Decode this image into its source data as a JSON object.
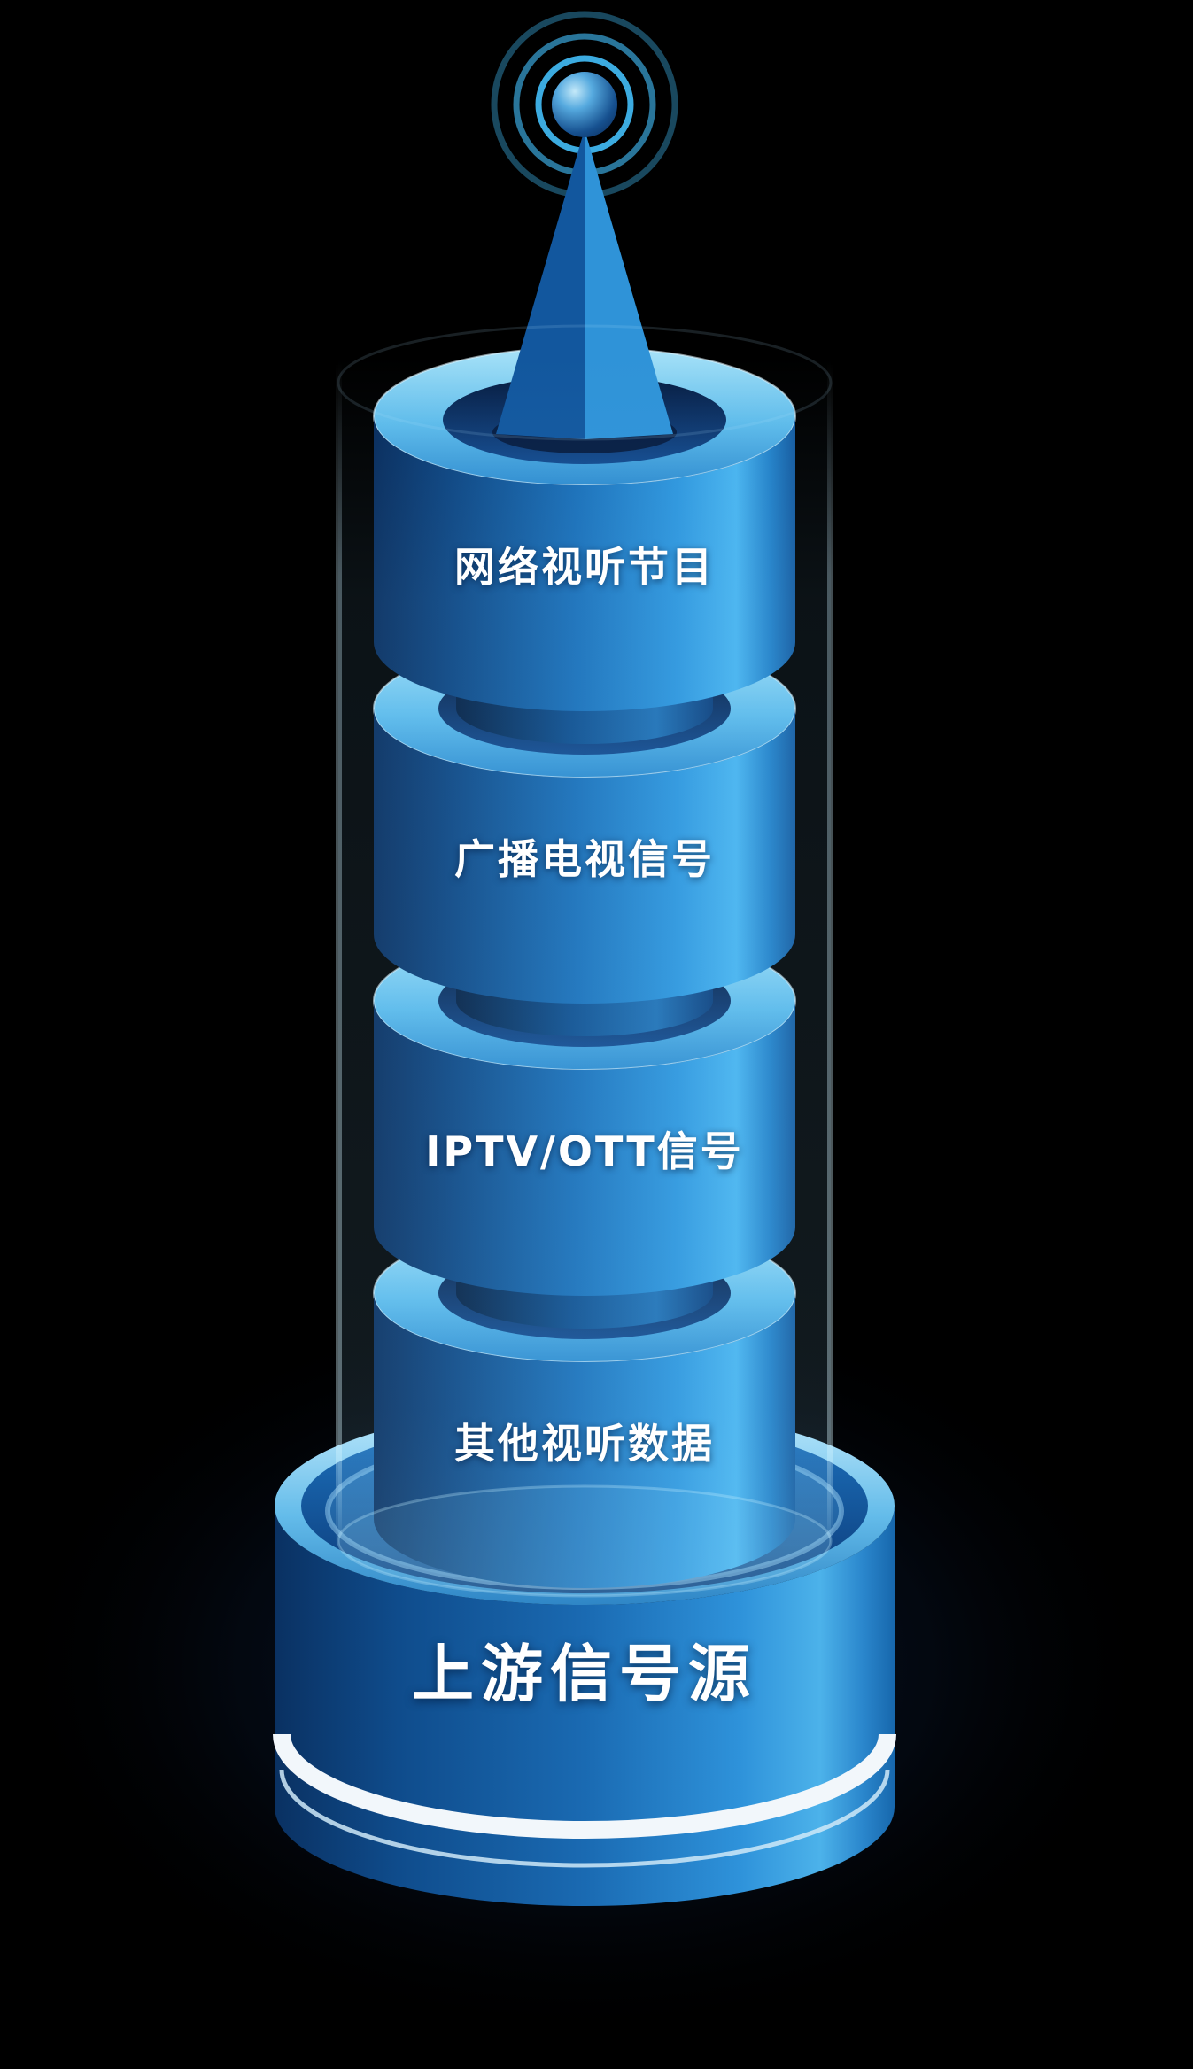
{
  "illustration": {
    "background_color": "#000000",
    "antenna": {
      "icon": "broadcast-antenna-icon",
      "signal_rings": 3
    },
    "tower": {
      "segments": [
        {
          "label": "网络视听节目"
        },
        {
          "label": "广播电视信号"
        },
        {
          "label": "IPTV/OTT信号"
        },
        {
          "label": "其他视听数据"
        }
      ],
      "base": {
        "label": "上游信号源"
      }
    },
    "colors": {
      "cylinder_dark": "#082c5c",
      "cylinder_mid": "#1a6fb8",
      "cylinder_highlight": "#49b4ef",
      "top_face_light": "#a9e3f8",
      "hole_dark": "#071c40",
      "ring_stroke": "#3fb4ec",
      "base_stripe": "#f2f7fb",
      "label_text": "#ffffff"
    }
  }
}
